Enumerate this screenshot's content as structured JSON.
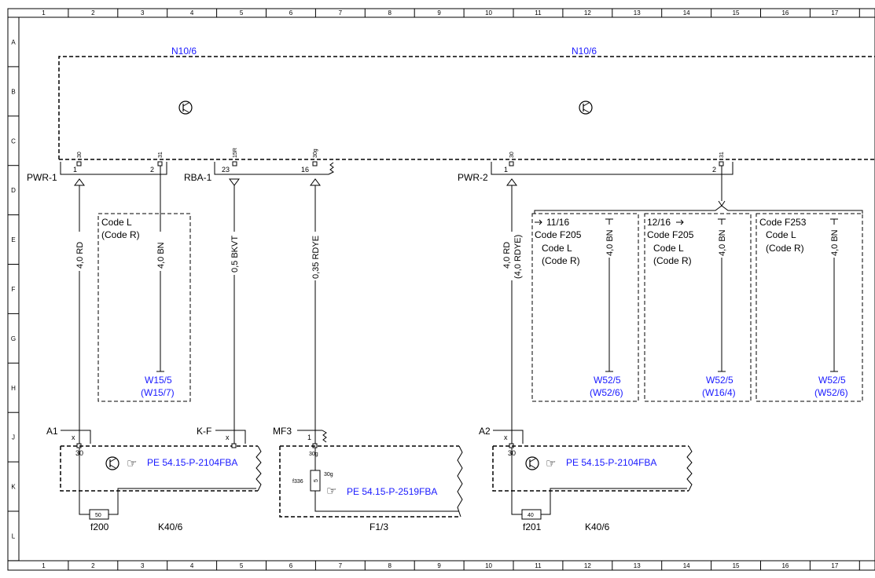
{
  "grid": {
    "cols": [
      "1",
      "2",
      "3",
      "4",
      "5",
      "6",
      "7",
      "8",
      "9",
      "10",
      "11",
      "12",
      "13",
      "14",
      "15",
      "16",
      "17"
    ],
    "rows": [
      "A",
      "B",
      "C",
      "D",
      "E",
      "F",
      "G",
      "H",
      "J",
      "K",
      "L"
    ]
  },
  "module": {
    "left_label": "N10/6",
    "right_label": "N10/6"
  },
  "connectors": {
    "pwr1": {
      "name": "PWR-1",
      "pin1": "1",
      "pin2": "2",
      "term1": "30",
      "term2": "31"
    },
    "rba1": {
      "name": "RBA-1",
      "pin1": "23",
      "pin2": "16",
      "term1": "15R",
      "term2": "30g"
    },
    "pwr2": {
      "name": "PWR-2",
      "pin1": "1",
      "pin2": "2",
      "term1": "30",
      "term2": "31"
    }
  },
  "wires": {
    "w1": "4,0 RD",
    "w2": "4,0 BN",
    "w3": "0,5 BKVT",
    "w4": "0,35 RDYE",
    "w5a": "4,0 RD",
    "w5b": "(4,0 RDYE)",
    "w6": "4,0 BN",
    "w7": "4,0 BN",
    "w8": "4,0 BN"
  },
  "code_box_1": {
    "line1": "Code L",
    "line2": "(Code R)",
    "ground": "W15/5",
    "ground_alt": "(W15/7)"
  },
  "code_box_2": {
    "ref": "11/16",
    "code": "Code F205",
    "line1": "Code L",
    "line2": "(Code R)",
    "ground": "W52/5",
    "ground_alt": "(W52/6)"
  },
  "code_box_3": {
    "ref": "12/16",
    "code": "Code F205",
    "line1": "Code L",
    "line2": "(Code R)",
    "ground": "W52/5",
    "ground_alt": "(W16/4)"
  },
  "code_box_4": {
    "code": "Code F253",
    "line1": "Code L",
    "line2": "(Code R)",
    "ground": "W52/5",
    "ground_alt": "(W52/6)"
  },
  "bottom": {
    "a1": {
      "name": "A1",
      "pin": "x",
      "term": "30",
      "ref": "PE 54.15-P-2104FBA",
      "fuse": "50",
      "fuse_name": "f200",
      "relay": "K40/6"
    },
    "kf": {
      "name": "K-F",
      "pin": "x"
    },
    "mf3": {
      "name": "MF3",
      "pin": "1",
      "term": "30g",
      "fuse_label": "f336",
      "fuse_val": "5",
      "fuse_term": "30g",
      "ref": "PE 54.15-P-2519FBA",
      "box": "F1/3"
    },
    "a2": {
      "name": "A2",
      "pin": "x",
      "term": "30",
      "ref": "PE 54.15-P-2104FBA",
      "fuse": "40",
      "fuse_name": "f201",
      "relay": "K40/6"
    }
  }
}
